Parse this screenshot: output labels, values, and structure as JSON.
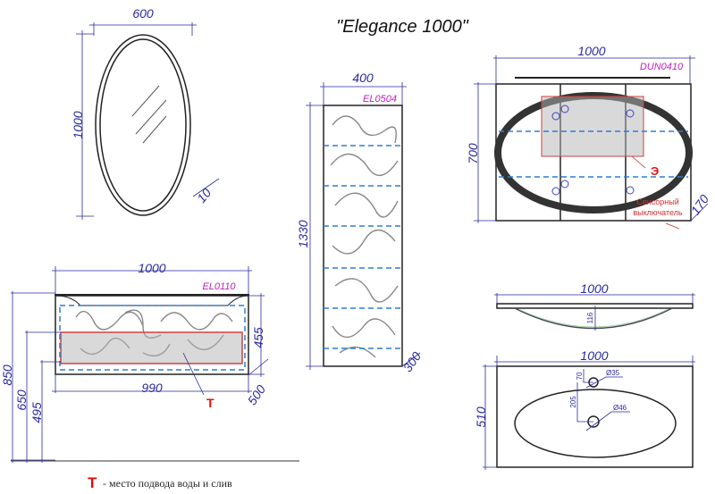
{
  "title": "\"Elegance 1000\"",
  "mirror": {
    "width": "600",
    "height": "1000",
    "depth": "10"
  },
  "pencil_case": {
    "code": "EL0504",
    "width": "400",
    "height": "1330",
    "depth": "300"
  },
  "mirror_cabinet": {
    "code": "DUN0410",
    "width": "1000",
    "height": "700",
    "depth": "170",
    "socket_mark": "Э",
    "sensor_line1": "Сенсорный",
    "sensor_line2": "выключатель"
  },
  "vanity": {
    "code": "EL0110",
    "width": "1000",
    "inner_width": "990",
    "height": "455",
    "depth": "500",
    "h_total": "850",
    "h_650": "650",
    "h_495": "495",
    "water_mark": "Т"
  },
  "basin_side": {
    "width": "1000",
    "depth": "116"
  },
  "basin_top": {
    "width": "1000",
    "depth": "510",
    "hole_small": "Ø35",
    "hole_large": "Ø46",
    "offset_70": "70",
    "offset_205": "205"
  },
  "legend": {
    "mark": "Т",
    "text": "- место подвода воды и слив"
  }
}
